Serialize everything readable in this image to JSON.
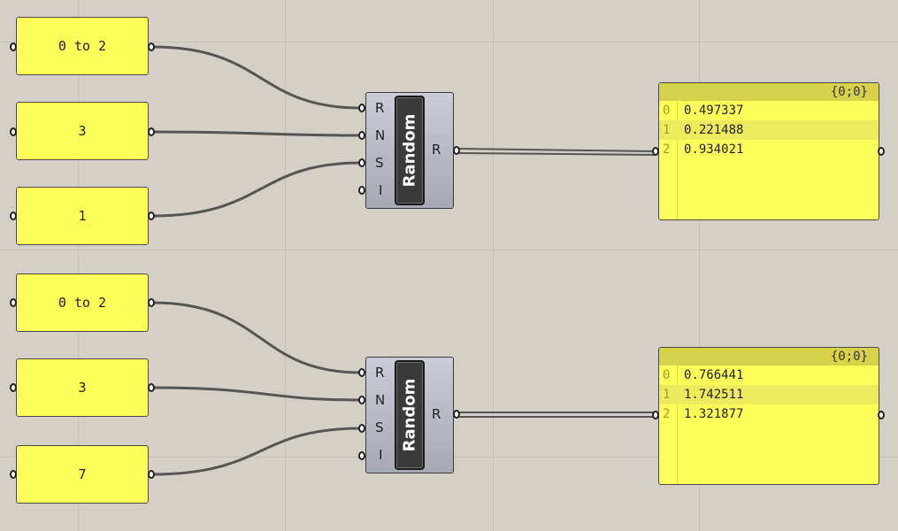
{
  "groups": [
    {
      "panels": [
        "0 to 2",
        "3",
        "1"
      ],
      "component": {
        "name": "Random",
        "inputs": [
          "R",
          "N",
          "S",
          "I"
        ],
        "output": "R"
      },
      "viewer": {
        "path": "{0;0}",
        "items": [
          {
            "index": "0",
            "value": "0.497337"
          },
          {
            "index": "1",
            "value": "0.221488"
          },
          {
            "index": "2",
            "value": "0.934021"
          }
        ]
      }
    },
    {
      "panels": [
        "0 to 2",
        "3",
        "7"
      ],
      "component": {
        "name": "Random",
        "inputs": [
          "R",
          "N",
          "S",
          "I"
        ],
        "output": "R"
      },
      "viewer": {
        "path": "{0;0}",
        "items": [
          {
            "index": "0",
            "value": "0.766441"
          },
          {
            "index": "1",
            "value": "1.742511"
          },
          {
            "index": "2",
            "value": "1.321877"
          }
        ]
      }
    }
  ],
  "colors": {
    "canvas": "#d4d0c8",
    "panel": "#ffff5a",
    "wire": "#555555"
  }
}
